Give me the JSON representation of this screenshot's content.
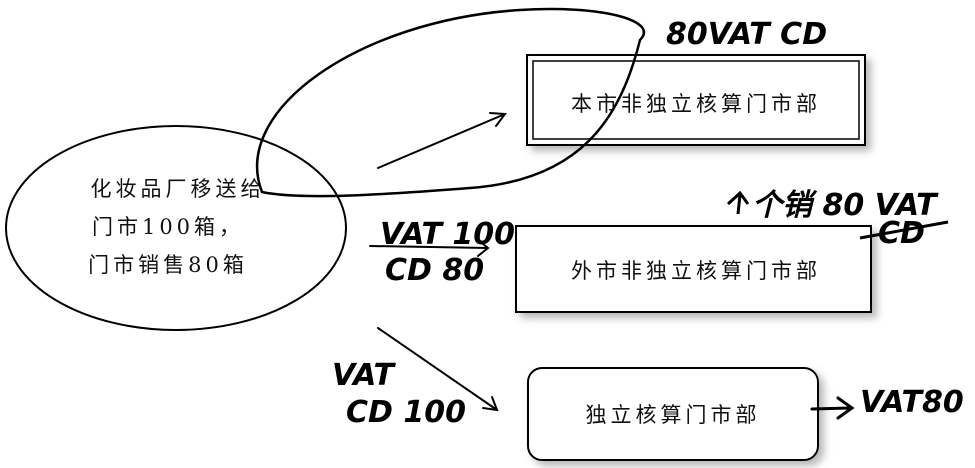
{
  "source_node": {
    "lines": [
      "化妆品厂移送给",
      "门市100箱，",
      "门市销售80箱"
    ]
  },
  "targets": [
    {
      "label": "本市非独立核算门市部"
    },
    {
      "label": "外市非独立核算门市部"
    },
    {
      "label": "独立核算门市部"
    }
  ],
  "annotations": {
    "local": "80VAT CD",
    "other_city_arrow_top": "VAT 100",
    "other_city_arrow_bottom": "CD 80",
    "other_city_note": "个销 80 VAT",
    "other_city_struck": "CD",
    "independent_arrow_top": "VAT",
    "independent_arrow_bottom": "CD 100",
    "independent_result": "VAT80"
  }
}
